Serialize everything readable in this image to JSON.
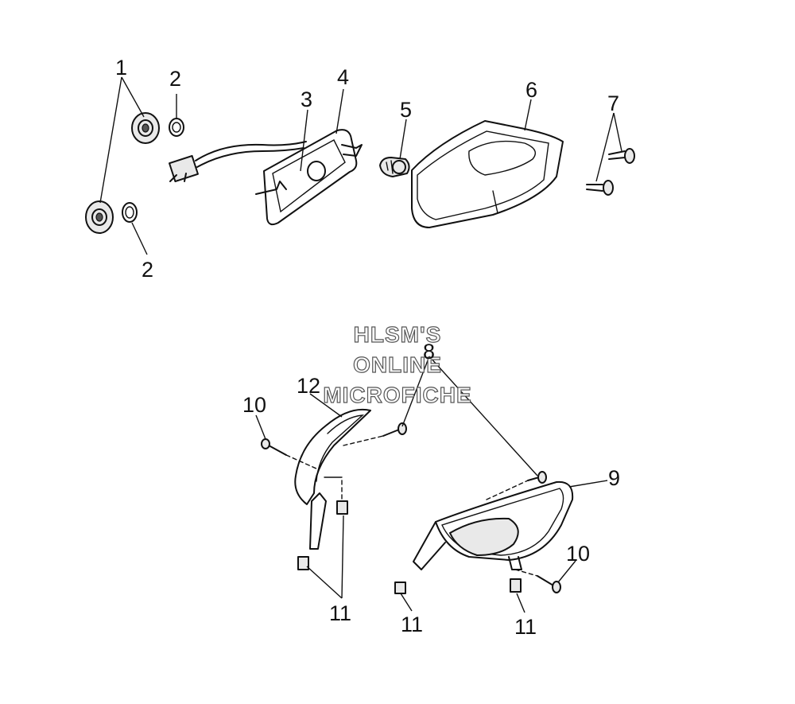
{
  "watermark": [
    "HLSM'S",
    "ONLINE",
    "MICROFICHE"
  ],
  "callouts": {
    "c1": "1",
    "c2a": "2",
    "c2b": "2",
    "c3": "3",
    "c4": "4",
    "c5": "5",
    "c6": "6",
    "c7": "7",
    "c8": "8",
    "c9": "9",
    "c10a": "10",
    "c10b": "10",
    "c11a": "11",
    "c11b": "11",
    "c11c": "11",
    "c12": "12"
  }
}
